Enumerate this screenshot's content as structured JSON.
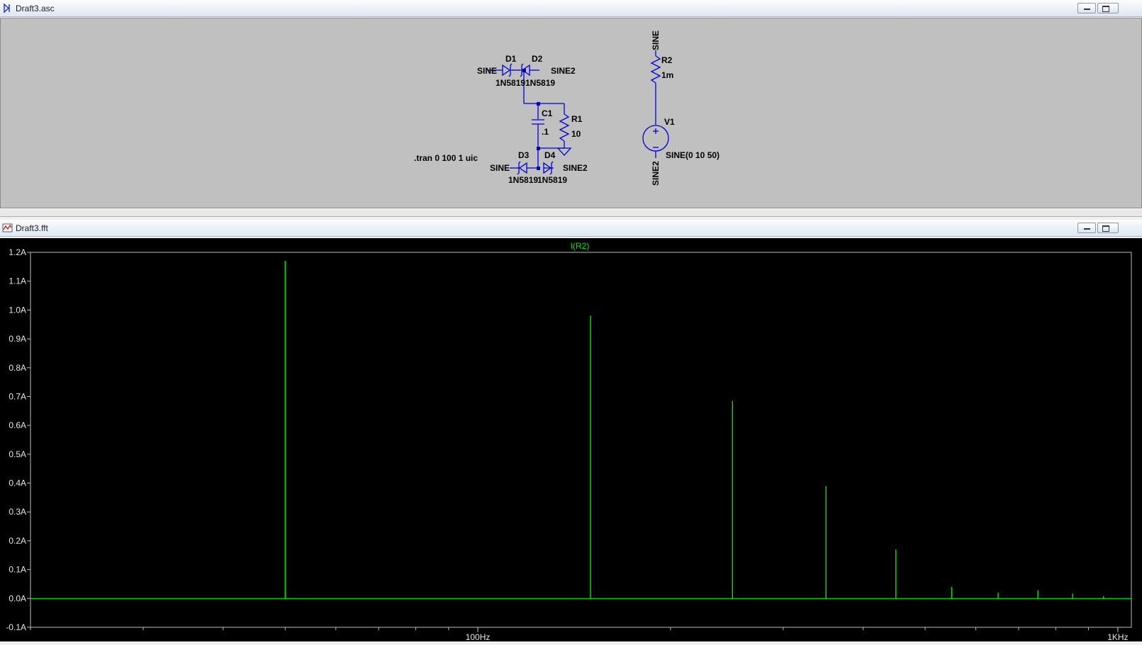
{
  "schematic_window": {
    "title": "Draft3.asc",
    "directive": ".tran 0 100 1 uic",
    "components": {
      "D1": {
        "ref": "D1",
        "model": "1N5819"
      },
      "D2": {
        "ref": "D2",
        "model": "1N5819"
      },
      "D3": {
        "ref": "D3",
        "model": "1N5819"
      },
      "D4": {
        "ref": "D4",
        "model": "1N5819"
      },
      "C1": {
        "ref": "C1",
        "value": ".1"
      },
      "R1": {
        "ref": "R1",
        "value": "10"
      },
      "R2": {
        "ref": "R2",
        "value": "1m"
      },
      "V1": {
        "ref": "V1",
        "value": "SINE(0 10 50)"
      }
    },
    "net_labels": {
      "sine": "SINE",
      "sine2": "SINE2"
    }
  },
  "plot_window": {
    "title": "Draft3.fft",
    "trace_label": "I(R2)",
    "trace_color": "#00e600",
    "background": "#000000"
  },
  "chart_data": {
    "type": "line",
    "title": "I(R2)",
    "xlabel": "",
    "ylabel": "",
    "x_scale": "log",
    "xlim": [
      20,
      1050
    ],
    "ylim": [
      -0.1,
      1.2
    ],
    "y_ticks": [
      "-0.1A",
      "0.0A",
      "0.1A",
      "0.2A",
      "0.3A",
      "0.4A",
      "0.5A",
      "0.6A",
      "0.7A",
      "0.8A",
      "0.9A",
      "1.0A",
      "1.1A",
      "1.2A"
    ],
    "x_major_ticks": [
      {
        "value": 100,
        "label": "100Hz"
      },
      {
        "value": 1000,
        "label": "1KHz"
      }
    ],
    "series": [
      {
        "name": "I(R2)",
        "color": "#00e600",
        "peaks": [
          {
            "x": 50,
            "y": 1.17
          },
          {
            "x": 150,
            "y": 0.98
          },
          {
            "x": 250,
            "y": 0.685
          },
          {
            "x": 350,
            "y": 0.39
          },
          {
            "x": 450,
            "y": 0.17
          },
          {
            "x": 550,
            "y": 0.04
          },
          {
            "x": 650,
            "y": 0.02
          },
          {
            "x": 750,
            "y": 0.028
          },
          {
            "x": 850,
            "y": 0.017
          },
          {
            "x": 950,
            "y": 0.008
          }
        ]
      }
    ]
  }
}
